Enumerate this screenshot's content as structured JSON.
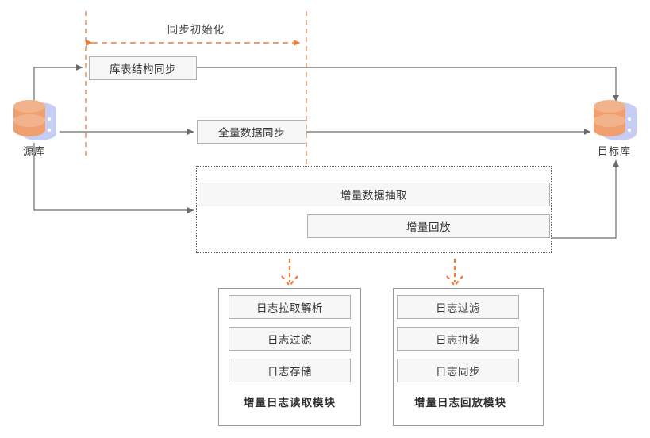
{
  "diagram": {
    "phase_title": "同步初始化",
    "source_db": {
      "label": "源库",
      "icon": "database-icon"
    },
    "target_db": {
      "label": "目标库",
      "icon": "database-icon"
    },
    "steps": [
      {
        "id": "schema-sync",
        "label": "库表结构同步"
      },
      {
        "id": "full-data-sync",
        "label": "全量数据同步"
      },
      {
        "id": "incremental-extract",
        "label": "增量数据抽取"
      },
      {
        "id": "incremental-replay",
        "label": "增量回放"
      }
    ],
    "modules": [
      {
        "id": "log-read-module",
        "caption": "增量日志读取模块",
        "items": [
          {
            "id": "log-pull-parse",
            "label": "日志拉取解析"
          },
          {
            "id": "log-filter",
            "label": "日志过滤"
          },
          {
            "id": "log-store",
            "label": "日志存储"
          }
        ]
      },
      {
        "id": "log-replay-module",
        "caption": "增量日志回放模块",
        "items": [
          {
            "id": "log-filter-2",
            "label": "日志过滤"
          },
          {
            "id": "log-assemble",
            "label": "日志拼装"
          },
          {
            "id": "log-sync",
            "label": "日志同步"
          }
        ]
      }
    ],
    "colors": {
      "accent_orange": "#ee7d3c",
      "node_fill": "#f7f7f7",
      "node_border": "#b0b0b0",
      "connector": "#6b6b6b",
      "text": "#333333",
      "db_top": "#f0a070",
      "db_base": "#c6cdf2",
      "background": "#ffffff"
    }
  }
}
